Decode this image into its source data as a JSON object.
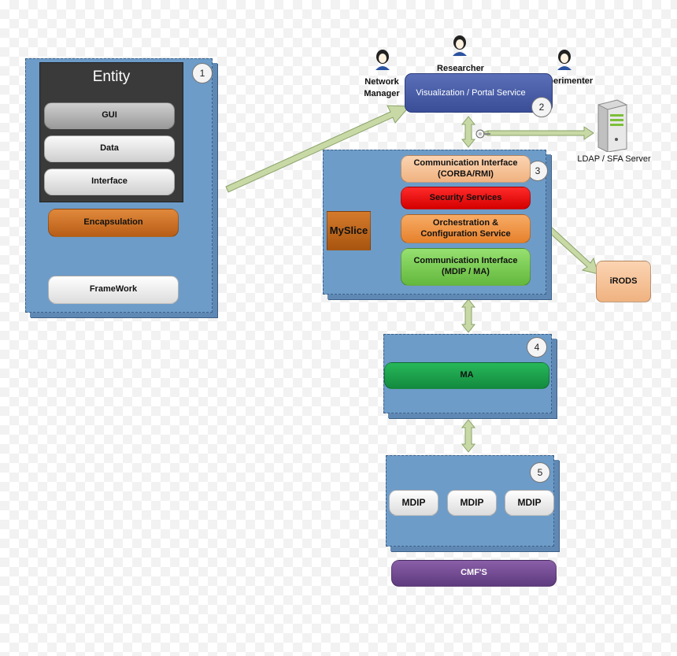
{
  "entity": {
    "number": "1",
    "title": "Entity",
    "gui": "GUI",
    "data": "Data",
    "interface": "Interface",
    "encapsulation": "Encapsulation",
    "framework": "FrameWork"
  },
  "portal": {
    "number": "2",
    "label": "Visualization / Portal Service",
    "users": {
      "network_manager": "Network\nManager",
      "researcher": "Researcher",
      "experimenter": "Experimenter"
    }
  },
  "ldap": {
    "label": "LDAP / SFA Server"
  },
  "middleware": {
    "number": "3",
    "comm_corba": "Communication Interface\n(CORBA/RMI)",
    "security": "Security Services",
    "orchestration": "Orchestration &\nConfiguration Service",
    "comm_mdip": "Communication Interface\n(MDIP / MA)",
    "myslice": "MySlice"
  },
  "irods": {
    "label": "iRODS"
  },
  "ma_block": {
    "number": "4",
    "ma": "MA"
  },
  "mdip_block": {
    "number": "5",
    "mdip_1": "MDIP",
    "mdip_2": "MDIP",
    "mdip_3": "MDIP"
  },
  "cmfs": {
    "label": "CMF'S"
  },
  "colors": {
    "panel": "#6d9cc9",
    "portal": "#4a5fa8",
    "arrow": "#c8d9a6",
    "security": "#ff0000",
    "ma": "#1e9e4a",
    "cmfs": "#6e4a90"
  }
}
